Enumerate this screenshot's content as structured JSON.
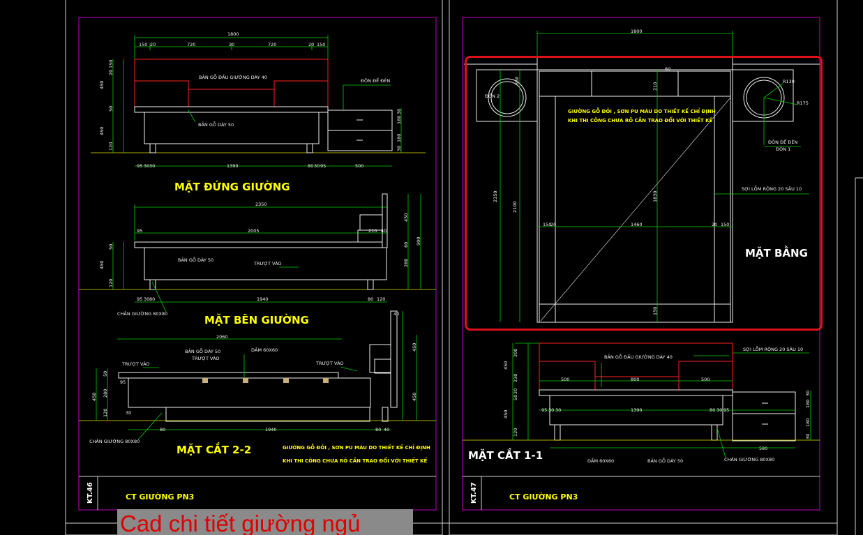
{
  "sheet_left": {
    "views": {
      "front_title": "MẶT ĐỨNG GIƯỜNG",
      "side_title": "MẶT BÊN GIƯỜNG",
      "section_title": "MẶT CẮT 2-2"
    },
    "labels": {
      "headboard": "BẢN GỖ ĐẦU GIƯỜNG DÀY 40",
      "board_50_front": "BẢN GỖ DÀY 50",
      "nightstand": "ĐÔN ĐỂ ĐÈN",
      "board_50_side": "BẢN GỖ DÀY 50",
      "slide_in_side": "TRƯỢT VÀO",
      "leg_side": "CHÂN GIƯỜNG 80X80",
      "board_50_section": "BẢN GỖ DÀY 50",
      "slide_in_1": "TRƯỢT VÀO",
      "slide_in_2": "TRƯỢT VÀO",
      "slide_in_3": "TRƯỢT VÀO",
      "beam": "DẦM 60X60",
      "leg_section": "CHÂN GIƯỜNG 80X80",
      "note_line1": "GIƯỜNG GỖ ĐỎI , SƠN PU MÀU DO THIẾT KẾ CHỈ ĐỊNH",
      "note_line2": "KHI THI CÔNG CHƯA RÕ CẦN TRAO ĐỔI VỚI THIẾT KẾ"
    },
    "dims": {
      "front_total": "1800",
      "front_segs": [
        "150",
        "20",
        "720",
        "20",
        "720",
        "20",
        "150"
      ],
      "front_left_v": [
        "20",
        "150",
        "450",
        "50",
        "450",
        "120"
      ],
      "front_right_v": [
        "30",
        "180",
        "180",
        "30"
      ],
      "front_bottom": [
        "95",
        "30",
        "30",
        "1390",
        "80",
        "30",
        "95",
        "500"
      ],
      "side_total": "2350",
      "side_top": [
        "95",
        "2005",
        "210",
        "40"
      ],
      "side_left_v": [
        "50",
        "450",
        "120"
      ],
      "side_right_v": [
        "450",
        "60",
        "280",
        "900"
      ],
      "side_bottom": [
        "95",
        "30",
        "80",
        "1940",
        "80",
        "120"
      ],
      "section_total": "2060",
      "section_left_v": [
        "50",
        "450",
        "280",
        "120"
      ],
      "section_right_v": [
        "40",
        "450",
        "450"
      ],
      "section_small": [
        "95",
        "30"
      ],
      "section_bottom": [
        "80",
        "1940",
        "80",
        "40"
      ]
    },
    "sheet_id": "KT.46",
    "sheet_title": "CT GIƯỜNG PN3"
  },
  "sheet_right": {
    "views": {
      "plan_title": "MẶT BẰNG",
      "section_title": "MẶT CẮT 1-1"
    },
    "labels": {
      "stool_2": "ĐÔN 2",
      "r130": "R130",
      "r175": "R175",
      "note_line1": "GIƯỜNG GỖ ĐỎI , SƠN PU MÀU DO THIẾT KẾ CHỈ ĐỊNH",
      "note_line2": "KHI THI CÔNG CHƯA RÕ CẦN TRAO ĐỔI VỚI THIẾT KẾ",
      "nightstand": "ĐÔN ĐỂ ĐÈN",
      "stool_1": "ĐÔN 1",
      "slat_plan": "SỢI LỖM RỘNG 20 SÂU 10",
      "headboard": "BẢN GỖ ĐẦU GIƯỜNG DÀY 40",
      "slat_section": "SỢI LỖM RỘNG 20 SÂU 10",
      "beam": "DẦM 60X60",
      "board_50": "BẢN GỖ DÀY 50",
      "leg": "CHÂN GIƯỜNG 80X80"
    },
    "dims": {
      "plan_total": "1800",
      "plan_v": [
        "2350",
        "2100",
        "1830",
        "210",
        "150"
      ],
      "plan_h": [
        "150",
        "20",
        "1460",
        "20",
        "150"
      ],
      "plan_small": [
        "350",
        "60",
        "150"
      ],
      "section_segs": [
        "500",
        "800",
        "500"
      ],
      "section_left_v": [
        "450",
        "200",
        "230",
        "20",
        "50",
        "450",
        "120"
      ],
      "section_right_v": [
        "30",
        "180",
        "180",
        "30"
      ],
      "section_bottom": [
        "95",
        "30",
        "30",
        "1390",
        "80",
        "30",
        "95",
        "580"
      ]
    },
    "sheet_id": "KT.47",
    "sheet_title": "CT GIƯỜNG PN3"
  },
  "caption": "Cad chi tiết giường ngủ",
  "colors": {
    "background": "#000000",
    "dimension": "#00d000",
    "outline": "#f0f0f0",
    "headboard": "#ff2020",
    "sheet_border": "#c000c0",
    "title": "#ffff00",
    "highlight": "#e0101a",
    "caption_text": "#e00000",
    "caption_bg": "#8a8a8a"
  }
}
